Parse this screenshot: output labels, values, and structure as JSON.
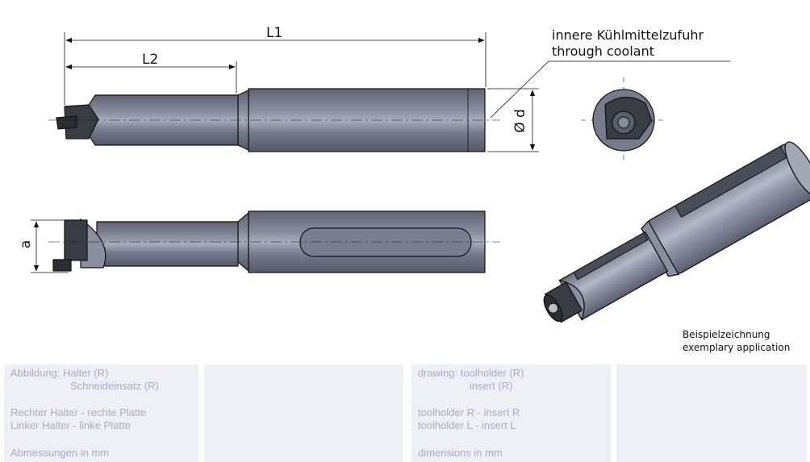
{
  "dimensions": {
    "L1": "L1",
    "L2": "L2",
    "d": "Ø d",
    "a": "a"
  },
  "callout": {
    "line1": "innere Kühlmittelzufuhr",
    "line2": "through coolant"
  },
  "caption": {
    "line1": "Beispielzeichnung",
    "line2": "exemplary application"
  },
  "panels": {
    "de": {
      "figure_label": "Abbildung: Halter (R)",
      "figure_sub": "Schneideinsatz (R)",
      "right_line": "Rechter Halter - rechte Platte",
      "left_line": "Linker Halter - linke Platte",
      "units": "Abmessungen in mm"
    },
    "en": {
      "figure_label": "drawing: toolholder (R)",
      "figure_sub": "insert (R)",
      "right_line": "toolholder  R - insert R",
      "left_line": "toolholder L - insert L",
      "units": "dimensions in mm"
    }
  },
  "colors": {
    "body": "#6f7384",
    "body_light": "#9a9eae",
    "insert": "#3a3c44",
    "panel": "#eef0f5",
    "panel_text": "#a6acc6"
  }
}
